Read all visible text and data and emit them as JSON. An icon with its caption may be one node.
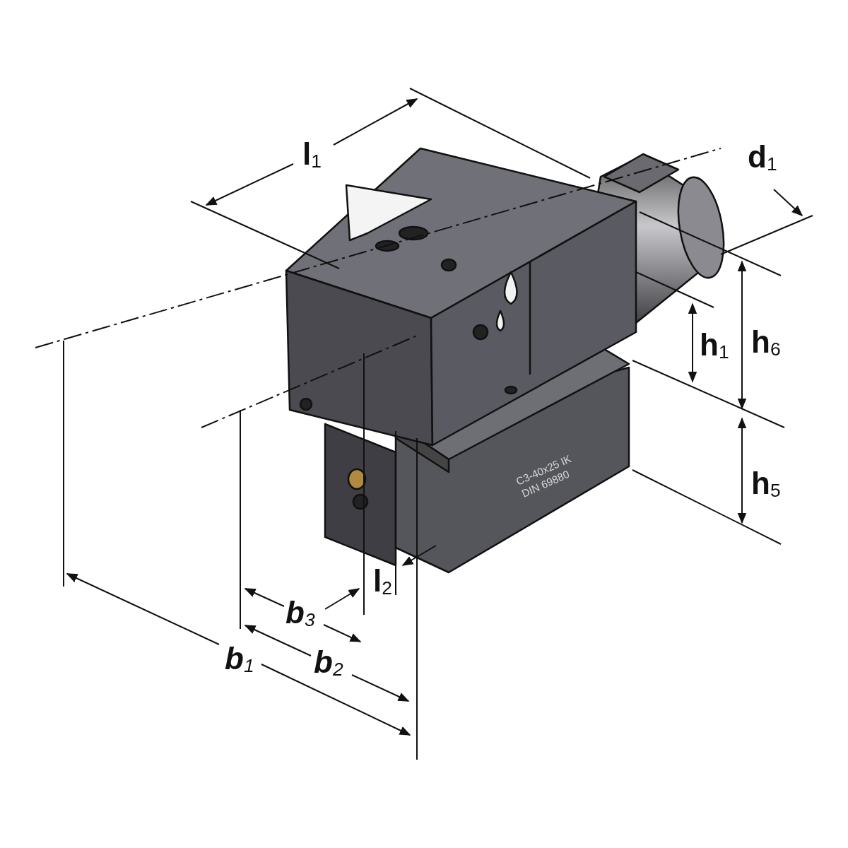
{
  "diagram": {
    "labels": [
      "l$_{1}$",
      "d$_{1}$",
      "h$_{1}$",
      "h$_{6}$",
      "C3-40x25 IK",
      "DIN 69880",
      "h$_{5}$",
      "l$_{2}$",
      "b$_{3}$",
      "b$_{1}$",
      "b$_{2}$"
    ]
  }
}
